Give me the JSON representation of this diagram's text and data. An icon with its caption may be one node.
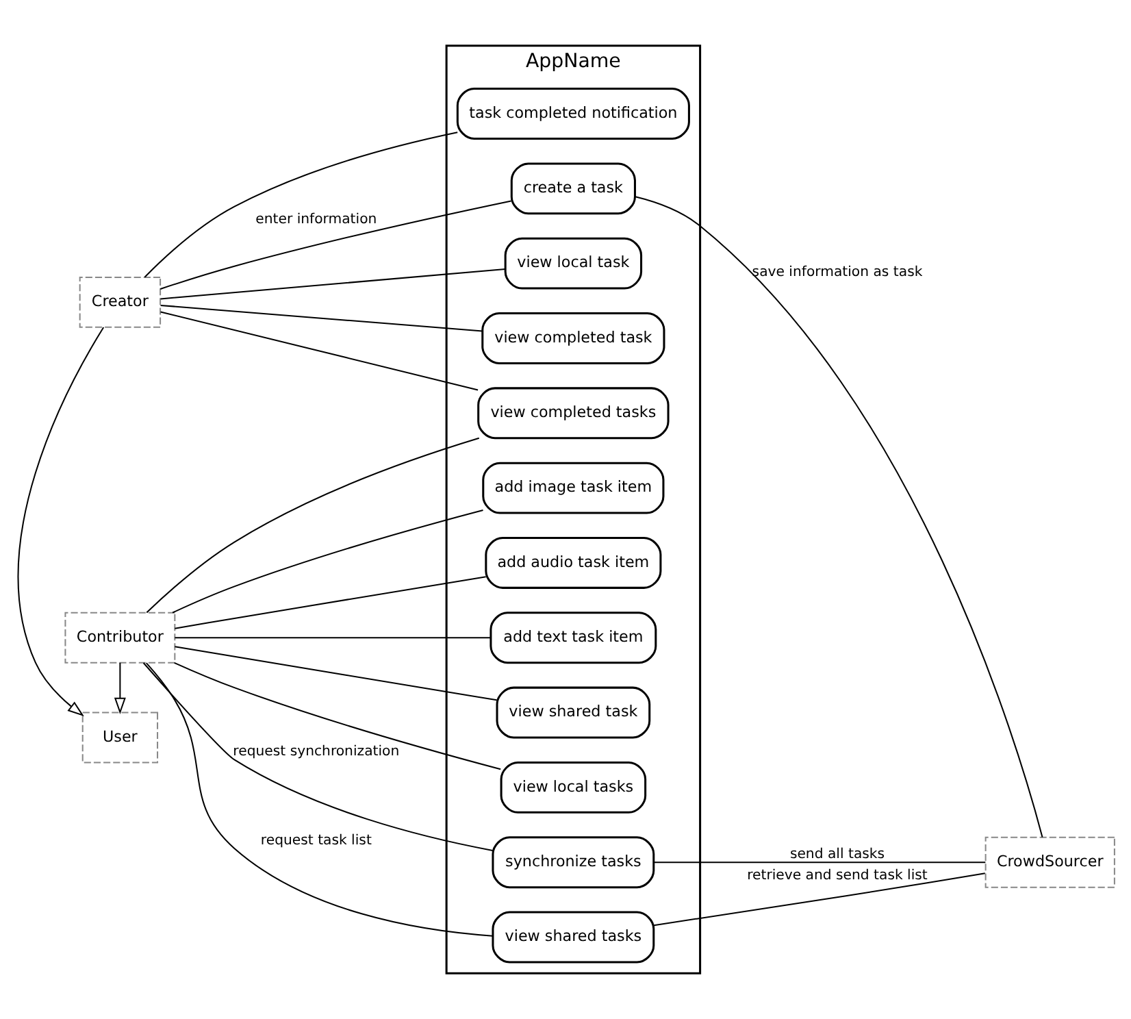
{
  "diagram": {
    "nodes": [
      {
        "text": [
          "AppName"
        ]
      },
      {
        "text": [
          "task completed notification"
        ],
        "in": 0
      },
      {
        "text": [
          "create a task"
        ],
        "in": 0
      },
      {
        "text": [
          "view local task"
        ],
        "in": 0
      },
      {
        "text": [
          "view completed task"
        ],
        "in": 0
      },
      {
        "text": [
          "view completed tasks"
        ],
        "in": 0
      },
      {
        "text": [
          "add image task item"
        ],
        "in": 0
      },
      {
        "text": [
          "add audio task item"
        ],
        "in": 0
      },
      {
        "text": [
          "add text task item"
        ],
        "in": 0
      },
      {
        "text": [
          "view shared task"
        ],
        "in": 0
      },
      {
        "text": [
          "view local tasks"
        ],
        "in": 0
      },
      {
        "text": [
          "synchronize tasks"
        ],
        "in": 0
      },
      {
        "text": [
          "view shared tasks"
        ],
        "in": 0
      },
      {
        "text": [
          "Creator"
        ]
      },
      {
        "text": [
          "User"
        ]
      },
      {
        "text": [
          "Contributor"
        ]
      },
      {
        "text": [
          "CrowdSourcer"
        ]
      }
    ],
    "edges": [
      {
        "from": 13,
        "to": 1,
        "arrow": "none"
      },
      {
        "from": 13,
        "to": 2,
        "arrow": "none",
        "label": "enter information"
      },
      {
        "from": 13,
        "to": 3,
        "arrow": "none"
      },
      {
        "from": 13,
        "to": 4,
        "arrow": "none"
      },
      {
        "from": 13,
        "to": 5,
        "arrow": "none"
      },
      {
        "from": 2,
        "to": 16,
        "arrow": "none",
        "label": "save information as task"
      },
      {
        "from": 13,
        "to": 14,
        "arrow": "to"
      },
      {
        "from": 15,
        "to": 14,
        "arrow": "to"
      },
      {
        "from": 15,
        "to": 5,
        "arrow": "none"
      },
      {
        "from": 15,
        "to": 6,
        "arrow": "none"
      },
      {
        "from": 15,
        "to": 7,
        "arrow": "none"
      },
      {
        "from": 15,
        "to": 8,
        "arrow": "none"
      },
      {
        "from": 15,
        "to": 9,
        "arrow": "none"
      },
      {
        "from": 15,
        "to": 10,
        "arrow": "none"
      },
      {
        "from": 11,
        "to": 16,
        "arrow": "none",
        "label": "send all tasks"
      },
      {
        "from": 15,
        "to": 11,
        "arrow": "none",
        "label": "request synchronization"
      },
      {
        "from": 12,
        "to": 16,
        "arrow": "none",
        "label": "retrieve and send task list"
      },
      {
        "from": 15,
        "to": 12,
        "arrow": "none",
        "label": "request task list"
      }
    ]
  }
}
